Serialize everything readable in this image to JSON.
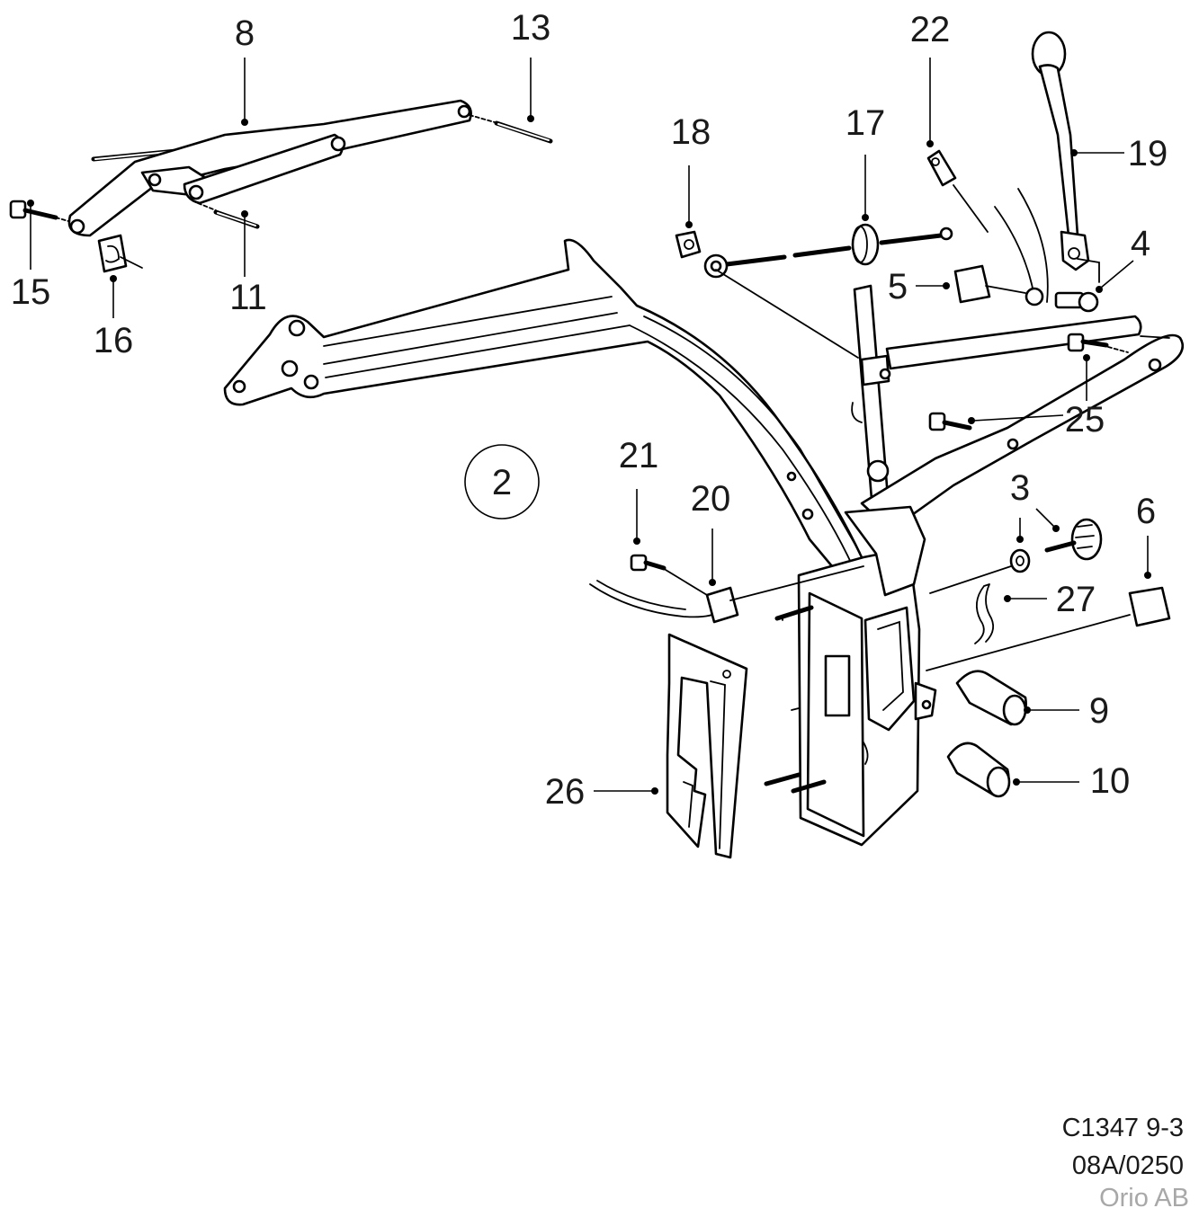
{
  "callouts": [
    {
      "id": "8",
      "text": "8"
    },
    {
      "id": "13",
      "text": "13"
    },
    {
      "id": "15",
      "text": "15"
    },
    {
      "id": "16",
      "text": "16"
    },
    {
      "id": "11",
      "text": "11"
    },
    {
      "id": "18",
      "text": "18"
    },
    {
      "id": "17",
      "text": "17"
    },
    {
      "id": "22",
      "text": "22"
    },
    {
      "id": "19",
      "text": "19"
    },
    {
      "id": "4",
      "text": "4"
    },
    {
      "id": "5",
      "text": "5"
    },
    {
      "id": "25",
      "text": "25"
    },
    {
      "id": "2",
      "text": "2"
    },
    {
      "id": "21",
      "text": "21"
    },
    {
      "id": "20",
      "text": "20"
    },
    {
      "id": "3",
      "text": "3"
    },
    {
      "id": "6",
      "text": "6"
    },
    {
      "id": "27",
      "text": "27"
    },
    {
      "id": "9",
      "text": "9"
    },
    {
      "id": "10",
      "text": "10"
    },
    {
      "id": "26",
      "text": "26"
    }
  ],
  "footer": {
    "line1": "C1347 9-3",
    "line2": "08A/0250",
    "line3": "Orio AB"
  },
  "colors": {
    "ink": "#000000",
    "label": "#1a1a1a",
    "watermark": "#a8a8a8",
    "background": "#ffffff"
  }
}
